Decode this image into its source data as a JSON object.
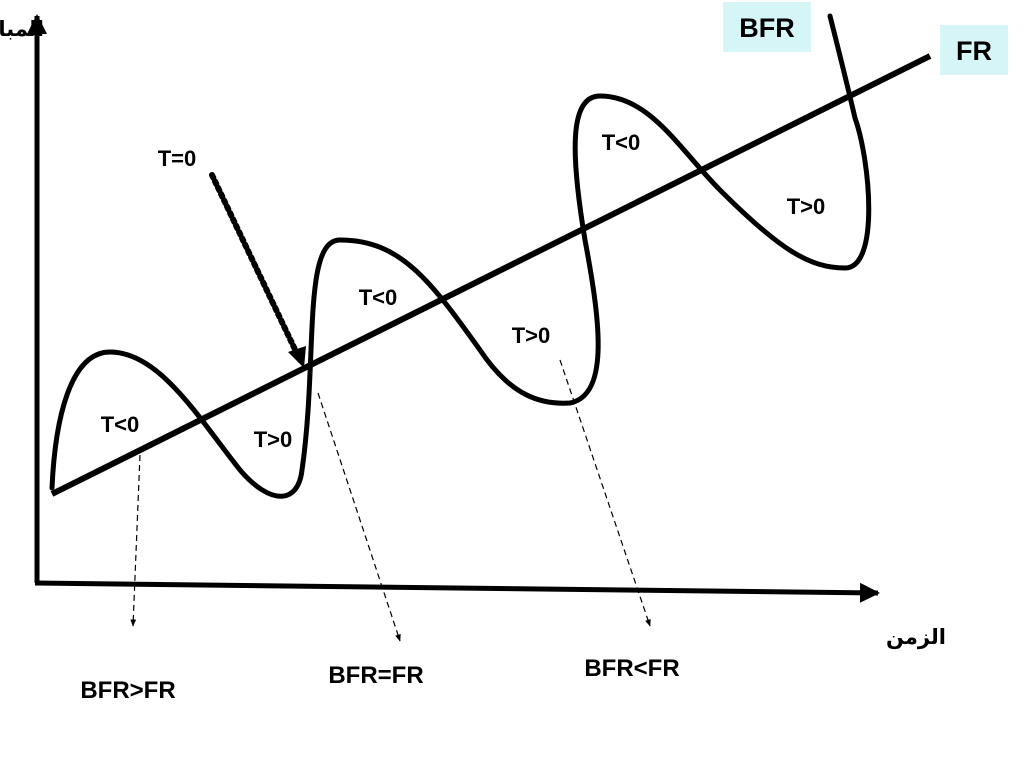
{
  "axes": {
    "y_label": "المبالغ",
    "x_label": "الزمن"
  },
  "legend": {
    "bfr": "BFR",
    "fr": "FR",
    "box_color": "#d6f5f7"
  },
  "annotations": {
    "t_zero": "T=0",
    "t_lt_1": "T<0",
    "t_gt_1": "T>0",
    "t_lt_2": "T<0",
    "t_gt_2": "T>0",
    "t_lt_3": "T<0",
    "t_gt_3": "T>0"
  },
  "conditions": {
    "bfr_gt_fr": "BFR>FR",
    "bfr_eq_fr": "BFR=FR",
    "bfr_lt_fr": "BFR<FR"
  },
  "colors": {
    "line": "#000000"
  }
}
